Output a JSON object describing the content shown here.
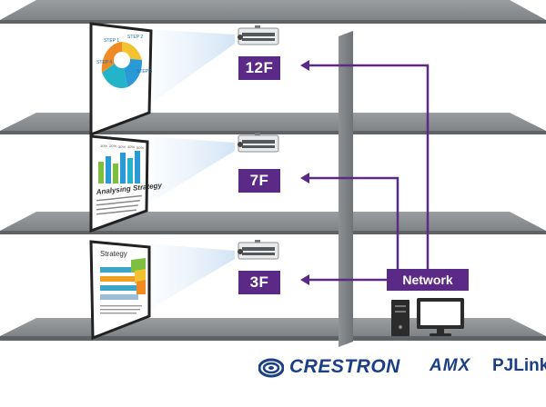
{
  "floors": [
    {
      "label": "12F"
    },
    {
      "label": "7F"
    },
    {
      "label": "3F"
    }
  ],
  "network": {
    "label": "Network"
  },
  "screens": {
    "top": {
      "title": "",
      "steps": [
        "STEP 1",
        "STEP 2",
        "STEP 3",
        "STEP 4"
      ]
    },
    "middle": {
      "title": "Analysing Strategy",
      "percent_labels": [
        "10%",
        "20%",
        "30%",
        "40%",
        "50%"
      ]
    },
    "bottom": {
      "title": "Strategy"
    }
  },
  "brands": {
    "crestron": "CRESTRON",
    "amx": "AMX",
    "pjlink": "PJLink"
  },
  "colors": {
    "shelf": "#8a8e91",
    "shelf_dark": "#6e7275",
    "accent_purple": "#5b2a86",
    "brand_blue": "#1b3f86"
  }
}
